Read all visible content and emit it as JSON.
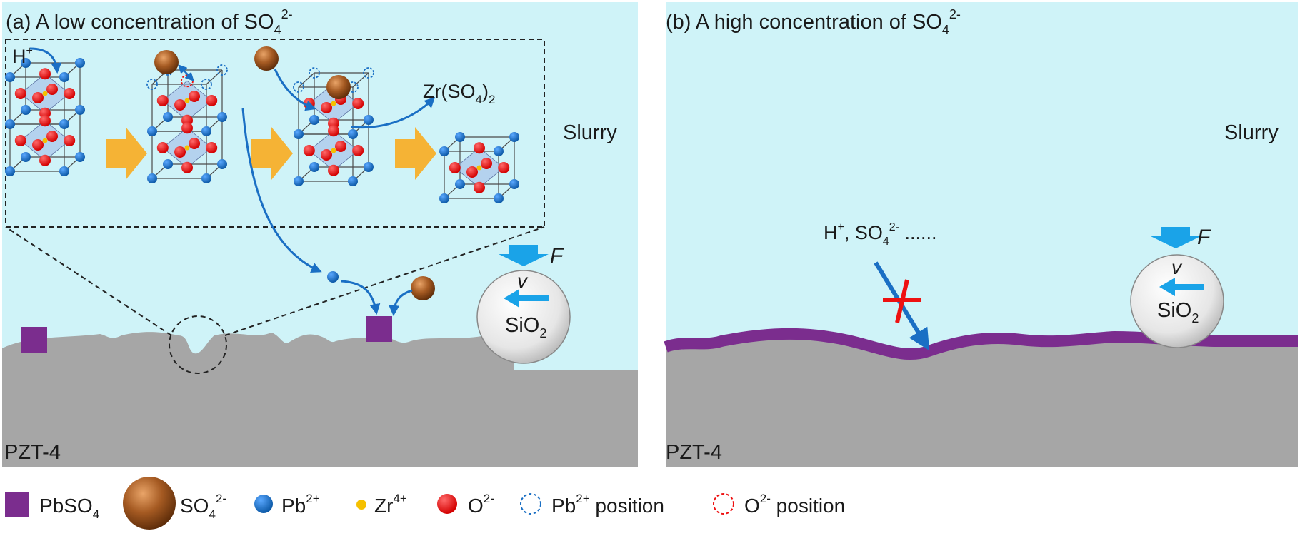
{
  "panel_a": {
    "title_prefix": "(a) A low concentration of SO",
    "title_sub": "4",
    "title_sup": "2-",
    "h_plus": "H",
    "h_plus_sup": "+",
    "product": "Zr(SO",
    "product_sub": "4",
    "product_close": ")",
    "product_sub2": "2",
    "slurry": "Slurry",
    "force": "F",
    "velocity": "v",
    "particle": "SiO",
    "particle_sub": "2",
    "substrate": "PZT-4"
  },
  "panel_b": {
    "title_prefix": "(b) A high concentration of SO",
    "title_sub": "4",
    "title_sup": "2-",
    "ions_prefix": "H",
    "ions_sup1": "+",
    "ions_mid": ", SO",
    "ions_sub": "4",
    "ions_sup2": "2-",
    "ions_suffix": " ......",
    "slurry": "Slurry",
    "force": "F",
    "velocity": "v",
    "particle": "SiO",
    "particle_sub": "2",
    "substrate": "PZT-4"
  },
  "legend": {
    "pbso4": "PbSO",
    "pbso4_sub": "4",
    "so4": "SO",
    "so4_sub": "4",
    "so4_sup": "2-",
    "pb": "Pb",
    "pb_sup": "2+",
    "zr": "Zr",
    "zr_sup": "4+",
    "o": "O",
    "o_sup": "2-",
    "pb_pos": "Pb",
    "pb_pos_sup": "2+",
    "pb_pos_suffix": " position",
    "o_pos": "O",
    "o_pos_sup": "2-",
    "o_pos_suffix": " position"
  },
  "colors": {
    "slurry": "#cff3f8",
    "substrate": "#a6a6a6",
    "pbso4": "#7b2d8e",
    "pb": "#1a6fc4",
    "o": "#ee1111",
    "zr": "#f5c000",
    "arrow_blue": "#1a6fc4",
    "process_arrow": "#f5b335",
    "force_arrow": "#1aa3e8"
  }
}
